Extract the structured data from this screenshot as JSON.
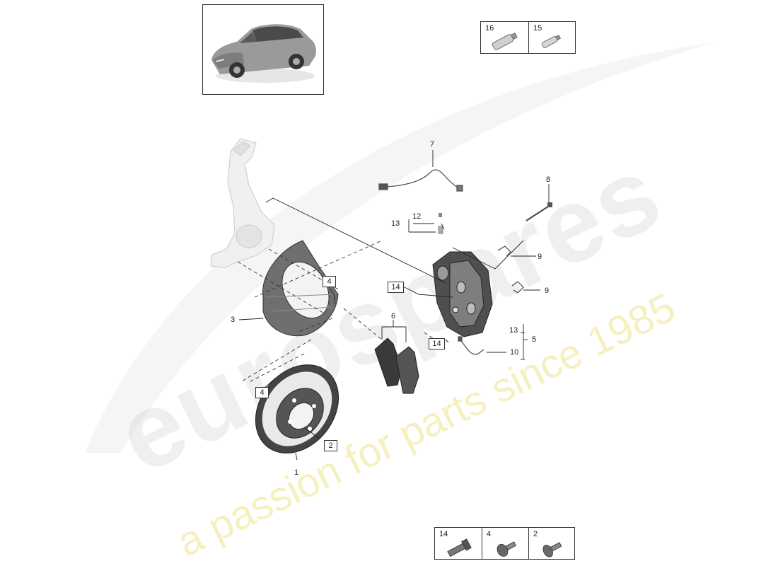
{
  "watermark": {
    "brand": "eurospares",
    "tagline": "a passion for parts since 1985"
  },
  "overview_image": {
    "icon": "car-suv-icon"
  },
  "accessory_table_top": {
    "cells": [
      {
        "number": "16",
        "icon": "tube-large-icon"
      },
      {
        "number": "15",
        "icon": "tube-small-icon"
      }
    ]
  },
  "fastener_table_bottom": {
    "cells": [
      {
        "number": "14",
        "icon": "bolt-long-icon"
      },
      {
        "number": "4",
        "icon": "screw-torx-icon"
      },
      {
        "number": "2",
        "icon": "screw-flat-icon"
      }
    ]
  },
  "callouts": {
    "disc": "1",
    "disc_screw": "2",
    "dust_shield": "3",
    "shield_screw_upper": "4",
    "shield_screw_lower": "4",
    "caliper_assembly": "5",
    "pads": "6",
    "wear_sensor_top": "7",
    "pin": "8",
    "spring_upper": "9",
    "spring_lower": "9",
    "wear_sensor_bottom": "10",
    "bleed_cap": "12",
    "repair_kit_upper": "13",
    "repair_kit_right": "13",
    "caliper_bolt_upper": "14",
    "caliper_bolt_lower": "14"
  }
}
